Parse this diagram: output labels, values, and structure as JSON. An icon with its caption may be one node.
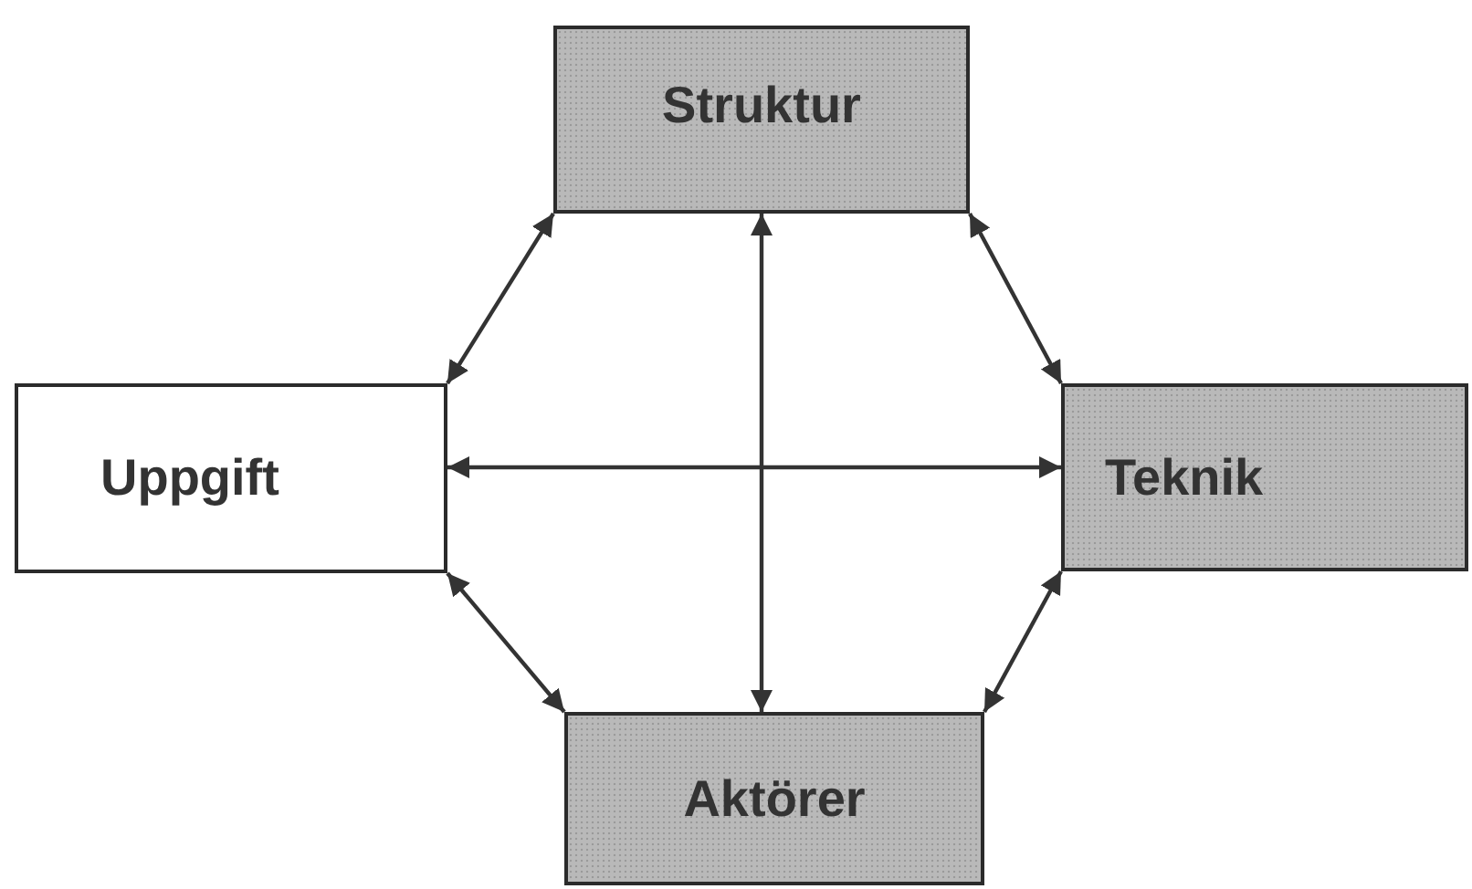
{
  "diagram": {
    "nodes": [
      {
        "text": [
          "Struktur"
        ]
      },
      {
        "text": [
          "Uppgift"
        ]
      },
      {
        "text": [
          "Teknik"
        ]
      },
      {
        "text": [
          "Aktörer"
        ]
      }
    ],
    "edges": [
      {
        "from": 0,
        "to": 1,
        "arrow": "both"
      },
      {
        "from": 0,
        "to": 2,
        "arrow": "both"
      },
      {
        "from": 1,
        "to": 3,
        "arrow": "both"
      },
      {
        "from": 2,
        "to": 3,
        "arrow": "both"
      },
      {
        "from": 0,
        "to": 3,
        "arrow": "both"
      },
      {
        "from": 1,
        "to": 2,
        "arrow": "both"
      }
    ]
  }
}
